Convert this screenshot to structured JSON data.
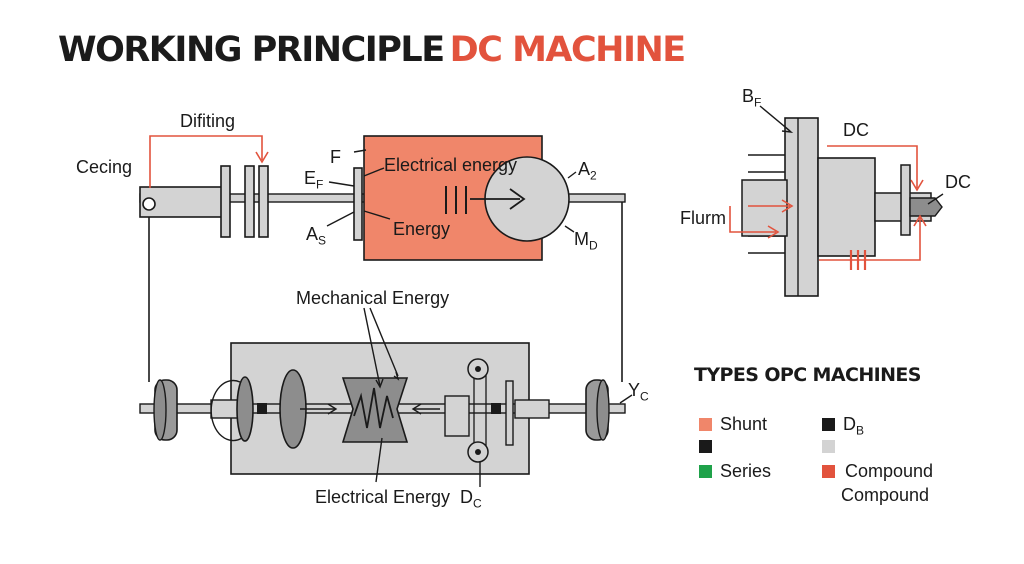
{
  "title": {
    "part1": "WORKING PRINCIPLE",
    "part2": "DC MACHINE"
  },
  "colors": {
    "accent": "#e2533d",
    "box_fill": "#f0866a",
    "gray_fill": "#d3d3d3",
    "dark": "#1a1a1a"
  },
  "main_diagram": {
    "labels": {
      "difiting": "Difiting",
      "cecing": "Cecing",
      "e": "E",
      "f": "F",
      "f_tag": "F",
      "electrical_energy": "Electrical energy",
      "energy": "Energy",
      "a": "A",
      "s": "S",
      "a2": "A",
      "two": "2",
      "m": "M",
      "d": "D",
      "mechanical_energy": "Mechanical Energy",
      "electrical_energy_bottom": "Electrical Energy",
      "y": "Y",
      "c": "C",
      "d2": "D",
      "c2": "C"
    }
  },
  "side_diagram": {
    "labels": {
      "b": "B",
      "f": "F",
      "dc_top": "DC",
      "dc_right": "DC",
      "flurm": "Flurm"
    }
  },
  "legend": {
    "title": "TYPES OPC MACHINES",
    "items": [
      {
        "label": "Shunt",
        "color": "#f0866a"
      },
      {
        "label": "",
        "color": "#1a1a1a"
      },
      {
        "label": "Series",
        "color": "#1fa24a"
      },
      {
        "label": "D",
        "sub": "B",
        "color": "#1a1a1a"
      },
      {
        "label": "",
        "color": "#d3d3d3"
      },
      {
        "label": "Compound",
        "color": "#e2533d"
      },
      {
        "label": "Compound",
        "color": ""
      }
    ]
  }
}
